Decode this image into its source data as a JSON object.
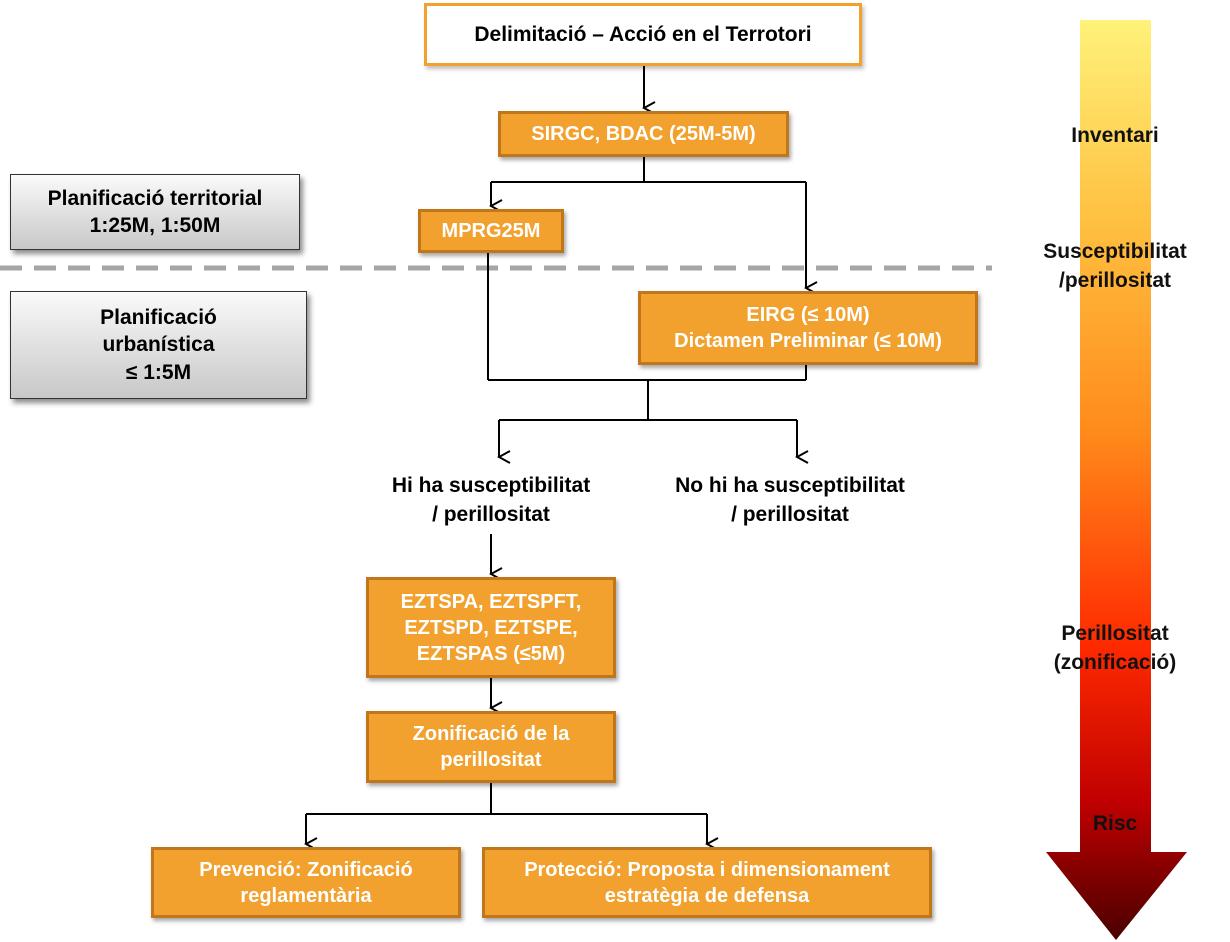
{
  "diagram": {
    "title_box": "Delimitació – Acció en el Terrotori",
    "sirgc": "SIRGC, BDAC (25M-5M)",
    "mprg": "MPRG25M",
    "eirg": "EIRG (≤ 10M)\nDictamen Preliminar (≤ 10M)",
    "branch_yes": "Hi ha susceptibilitat\n/ perillositat",
    "branch_no": "No hi ha susceptibilitat\n/ perillositat",
    "eztspa": "EZTSPA, EZTSPFT,\nEZTSPD, EZTSPE,\nEZTSPAS (≤5M)",
    "zonificacio": "Zonificació de la\nperillositat",
    "prevencio": "Prevenció: Zonificació\nreglamentària",
    "proteccio": "Protecció: Proposta i dimensionament\nestratègia de defensa"
  },
  "planning": {
    "territorial": "Planificació territorial\n1:25M, 1:50M",
    "urbanistica": "Planificació\nurbanística\n≤ 1:5M"
  },
  "risk_scale": {
    "inventari": "Inventari",
    "susceptibilitat": "Susceptibilitat\n/perillositat",
    "perillositat": "Perillositat\n(zonificació)",
    "risc": "Risc"
  },
  "colors": {
    "box_fill": "#f2a12e",
    "box_border": "#c0761a",
    "gradient_top": "#fff27a",
    "gradient_mid": "#ff2a00",
    "gradient_bottom": "#5a0000"
  }
}
